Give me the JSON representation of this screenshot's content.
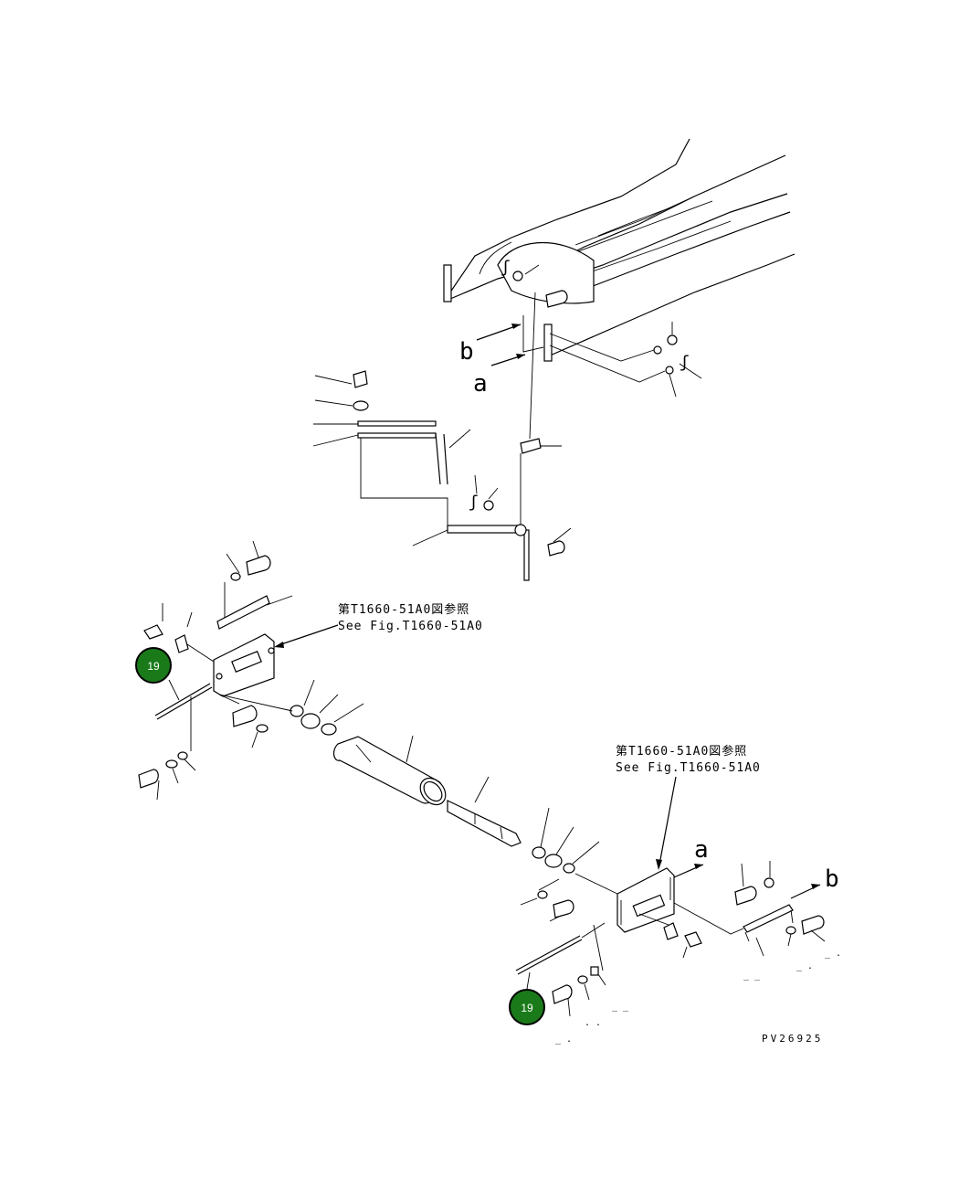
{
  "diagram": {
    "letters": {
      "a": "a",
      "b": "b",
      "f": "ʃ"
    },
    "references": [
      {
        "jp": "第T1660-51A0図参照",
        "en": "See Fig.T1660-51A0"
      },
      {
        "jp": "第T1660-51A0図参照",
        "en": "See Fig.T1660-51A0"
      }
    ],
    "callouts": [
      {
        "number": "19",
        "color": "#1a7a1a"
      },
      {
        "number": "19",
        "color": "#1a7a1a"
      }
    ],
    "drawing_code": "PV26925"
  }
}
